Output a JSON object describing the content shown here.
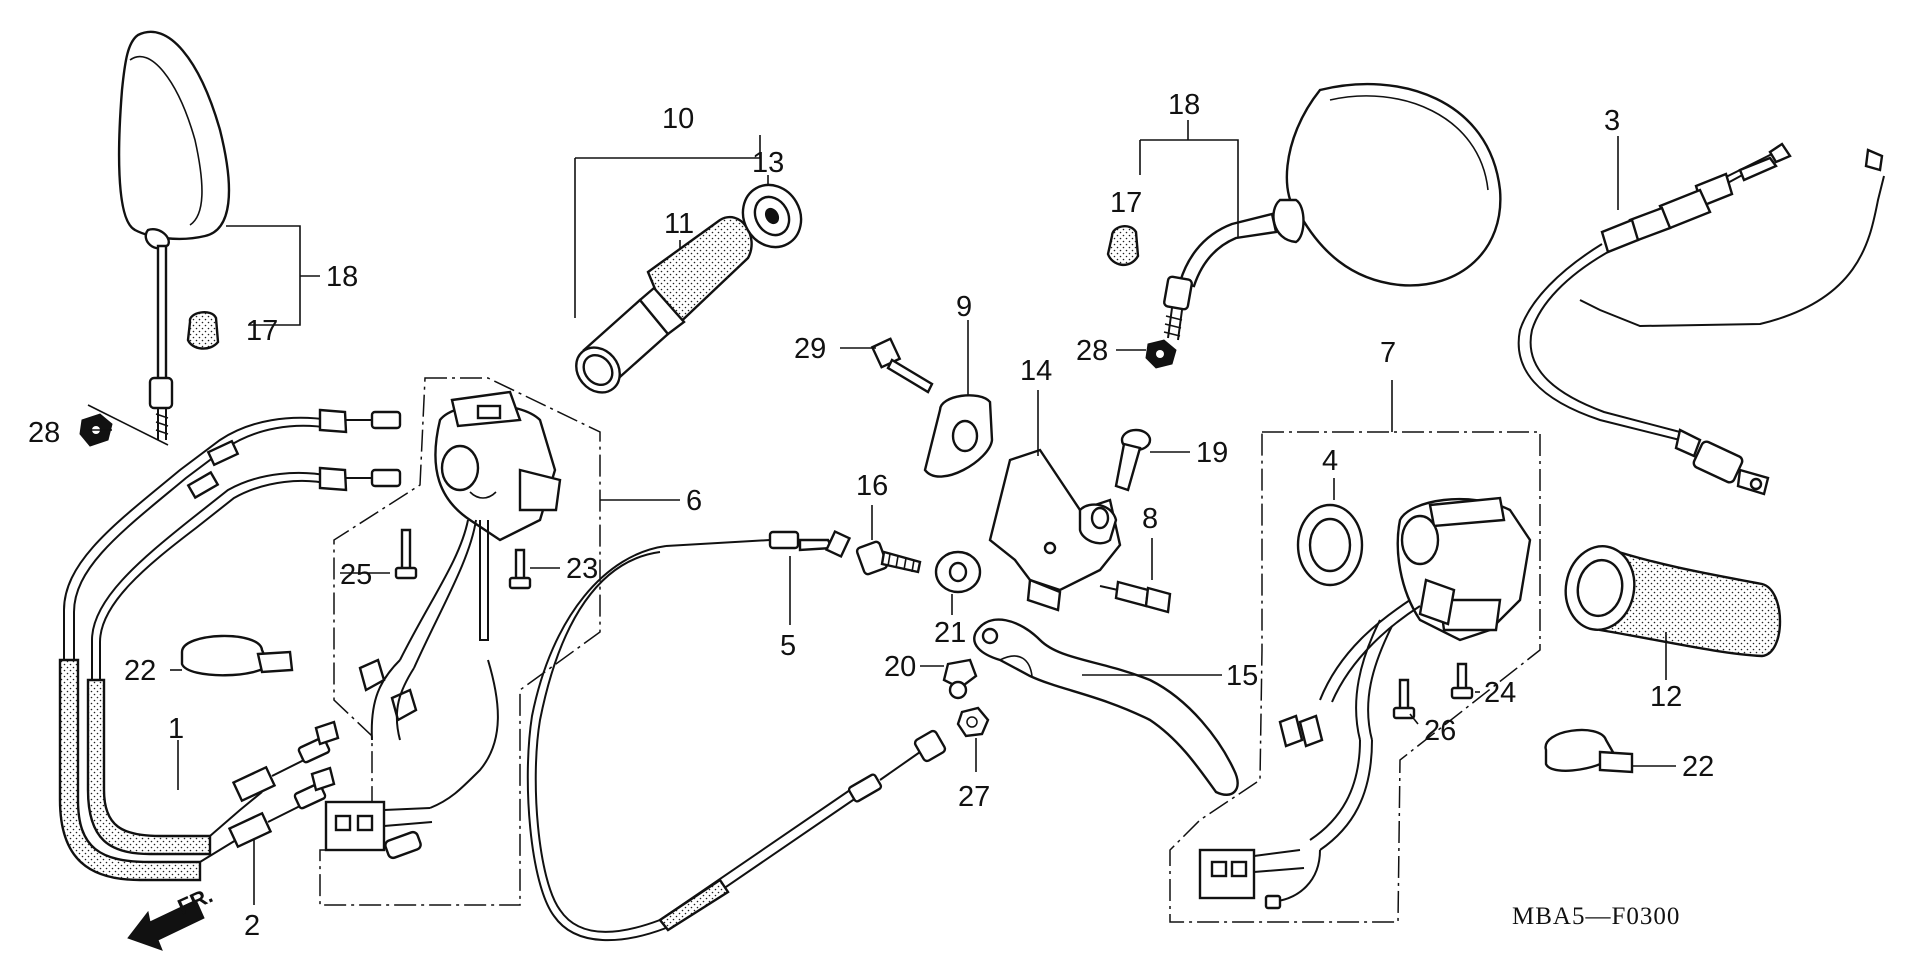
{
  "diagram": {
    "code": "MBA5—F0300",
    "direction_label": "FR.",
    "callouts": [
      "1",
      "2",
      "3",
      "4",
      "5",
      "6",
      "7",
      "8",
      "9",
      "10",
      "11",
      "12",
      "13",
      "14",
      "15",
      "16",
      "17",
      "17",
      "18",
      "18",
      "19",
      "20",
      "21",
      "22",
      "22",
      "23",
      "24",
      "25",
      "26",
      "27",
      "28",
      "28",
      "29"
    ]
  }
}
